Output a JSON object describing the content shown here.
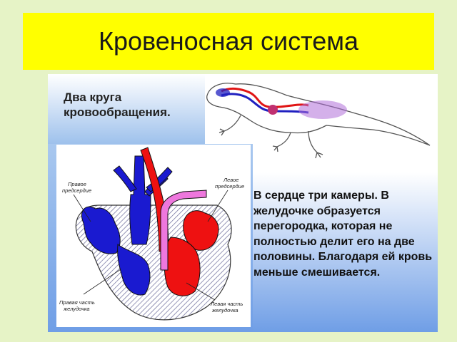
{
  "title": "Кровеносная система",
  "heading": "Два круга кровообращения.",
  "description": "В сердце три камеры. В желудочке образуется перегородка, которая не полностью делит его на две половины. Благодаря ей кровь меньше смешивается.",
  "labels": {
    "right_atrium_1": "Правое",
    "right_atrium_2": "предсердие",
    "left_atrium_1": "Левое",
    "left_atrium_2": "предсердие",
    "right_ventricle_1": "Правая часть",
    "right_ventricle_2": "желудочка",
    "left_ventricle_1": "Левая часть",
    "left_ventricle_2": "желудочка"
  },
  "colors": {
    "title_bg": "#ffff00",
    "oxygenated": "#ee1111",
    "deoxygenated": "#1a1ad0",
    "mixed": "#ee77dd",
    "background": "#e6f3c6"
  }
}
